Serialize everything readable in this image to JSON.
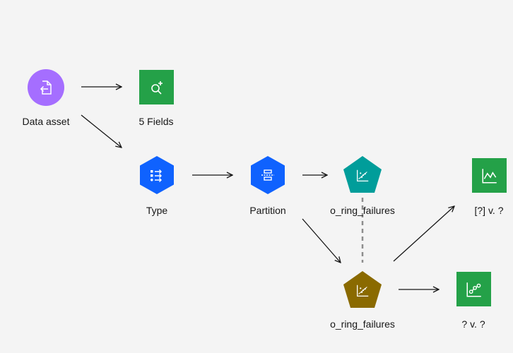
{
  "nodes": {
    "data_asset": {
      "label": "Data asset",
      "color": "#a56eff",
      "icon": "document-import-icon"
    },
    "fields": {
      "label": "5 Fields",
      "color": "#24a148",
      "icon": "zoom-in-plus-icon"
    },
    "type": {
      "label": "Type",
      "color": "#0f62fe",
      "icon": "list-type-icon"
    },
    "partition": {
      "label": "Partition",
      "color": "#0f62fe",
      "icon": "partition-icon"
    },
    "o_ring_top": {
      "label": "o_ring_failures",
      "color": "#009d9a",
      "icon": "scatter-model-icon"
    },
    "o_ring_bottom": {
      "label": "o_ring_failures",
      "color": "#8a6a00",
      "icon": "scatter-model-icon"
    },
    "line_chart": {
      "label": "[?] v. ?",
      "color": "#24a148",
      "icon": "line-chart-icon"
    },
    "scatter_chart": {
      "label": "? v. ?",
      "color": "#24a148",
      "icon": "scatter-plot-icon"
    }
  },
  "colors": {
    "background": "#f4f4f4",
    "arrow": "#161616",
    "link_dashed": "#8d8d8d"
  }
}
